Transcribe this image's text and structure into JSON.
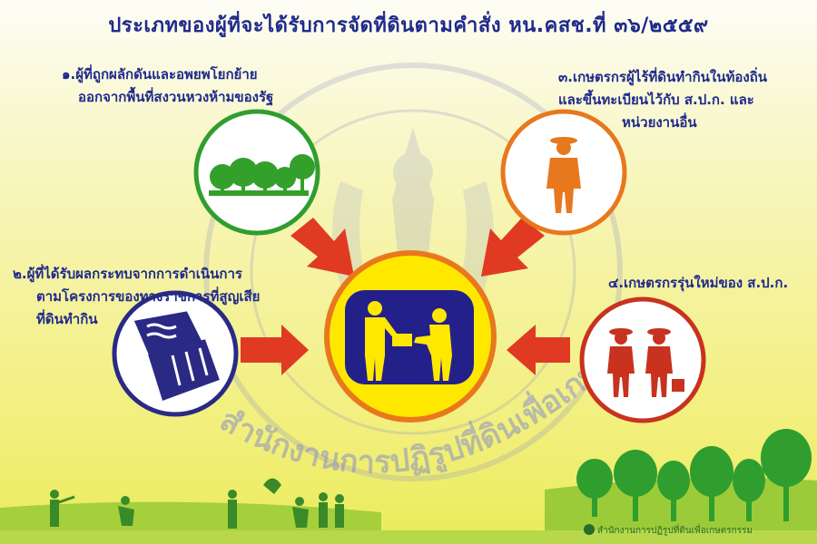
{
  "title": "ประเภทของผู้ที่จะได้รับการจัดที่ดินตามคำสั่ง หน.คสช.ที่ ๓๖/๒๕๕๙",
  "categories": [
    {
      "lines": [
        "๑.ผู้ที่ถูกผลักดันและอพยพโยกย้าย",
        "ออกจากพื้นที่สงวนหวงห้ามของรัฐ"
      ],
      "icon": "forest-icon",
      "ring_color": "#2f9e2f"
    },
    {
      "lines": [
        "๒.ผู้ที่ได้รับผลกระทบจากการดำเนินการ",
        "ตามโครงการของทางราชการที่สูญเสีย",
        "ที่ดินทำกิน"
      ],
      "icon": "dam-icon",
      "ring_color": "#2a2a85"
    },
    {
      "lines": [
        "๓.เกษตรกรผู้ไร้ที่ดินทำกินในท้องถิ่น",
        "และขึ้นทะเบียนไว้กับ ส.ป.ก. และ",
        "หน่วยงานอื่น"
      ],
      "icon": "farmer-icon",
      "ring_color": "#e8781e"
    },
    {
      "lines": [
        "๔.เกษตรกรรุ่นใหม่ของ ส.ป.ก."
      ],
      "icon": "young-farmers-icon",
      "ring_color": "#c8321e"
    }
  ],
  "center": {
    "icon": "land-handover-icon",
    "ring_color": "#e8781e",
    "fill_color": "#ffe800",
    "panel_color": "#24208a"
  },
  "watermark": "สำนักงานการปฏิรูปที่ดินเพื่อเกษตรกรรม",
  "footer": "สำนักงานการปฏิรูปที่ดินเพื่อเกษตรกรรม"
}
